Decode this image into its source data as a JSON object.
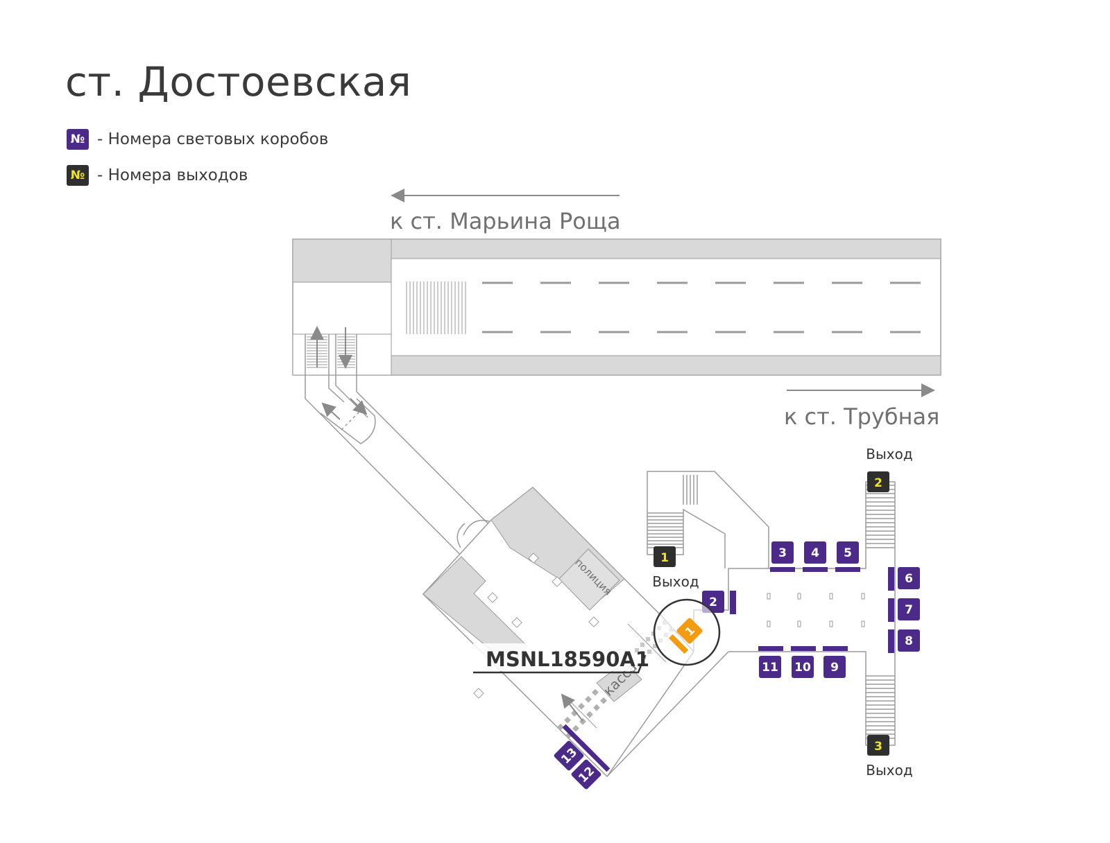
{
  "title": "ст. Достоевская",
  "legend": {
    "light_boxes": {
      "symbol": "№",
      "label": "- Номера световых коробов",
      "color": "#4b2a8a"
    },
    "exits": {
      "symbol": "№",
      "label": "- Номера выходов",
      "color": "#2f2f2f"
    }
  },
  "directions": {
    "up": "к ст. Марьина Роща",
    "down": "к ст. Трубная"
  },
  "rooms": {
    "police": "полиция",
    "ticket_office": "касса"
  },
  "exits": [
    {
      "number": "1",
      "label": "Выход"
    },
    {
      "number": "2",
      "label": "Выход"
    },
    {
      "number": "3",
      "label": "Выход"
    }
  ],
  "light_boxes": [
    "2",
    "3",
    "4",
    "5",
    "6",
    "7",
    "8",
    "9",
    "10",
    "11",
    "12",
    "13"
  ],
  "highlight": {
    "number": "1",
    "code": "MSNL18590A1",
    "color": "#f39c12"
  },
  "colors": {
    "purple": "#4b2a8a",
    "exit_dark": "#2f2f2f",
    "exit_text": "#f2e61a",
    "wall": "#d9d9d9"
  }
}
